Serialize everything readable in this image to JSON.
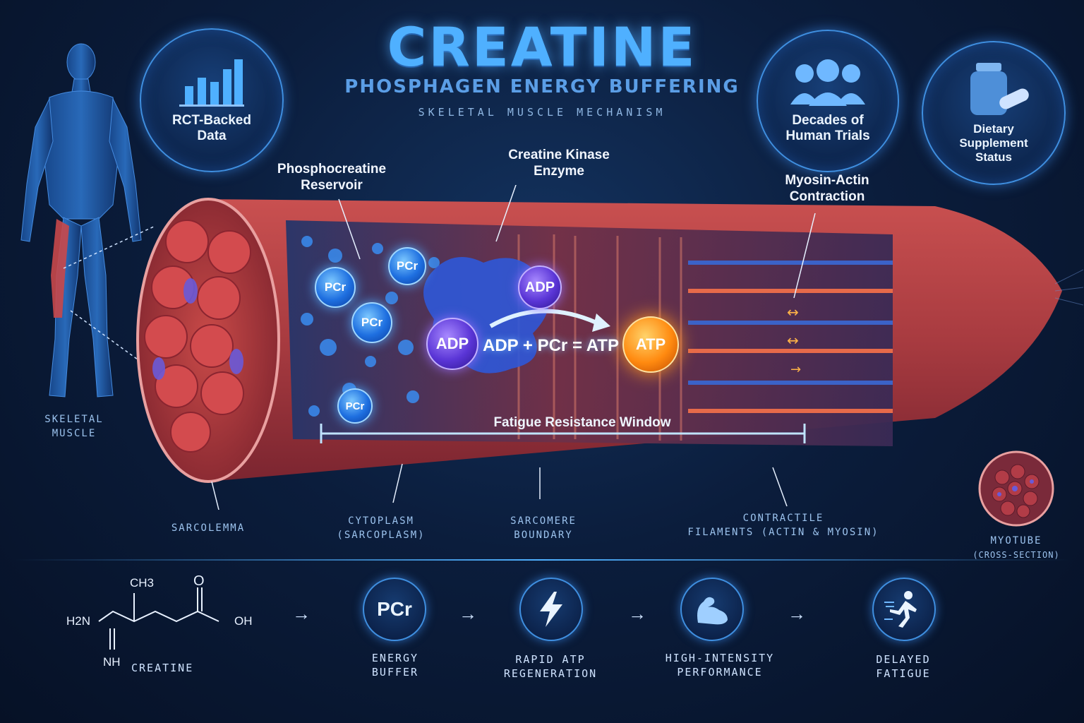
{
  "header": {
    "title": "CREATINE",
    "subtitle": "PHOSPHAGEN ENERGY BUFFERING",
    "tagline": "SKELETAL MUSCLE MECHANISM"
  },
  "badges": {
    "rct": "RCT-Backed Data",
    "trials": "Decades of Human Trials",
    "supplement": "Dietary Supplement Status"
  },
  "side": {
    "skeletal_muscle_1": "SKELETAL",
    "skeletal_muscle_2": "MUSCLE"
  },
  "callouts": {
    "reservoir_1": "Phosphocreatine",
    "reservoir_2": "Reservoir",
    "kinase_1": "Creatine Kinase",
    "kinase_2": "Enzyme",
    "myosin_1": "Myosin-Actin",
    "myosin_2": "Contraction"
  },
  "molecules": {
    "pcr": "PCr",
    "adp": "ADP",
    "atp": "ATP",
    "equation": "ADP + PCr = ATP"
  },
  "window_label": "Fatigue Resistance Window",
  "anatomy_labels": {
    "sarcolemma": "SARCOLEMMA",
    "cytoplasm_1": "CYTOPLASM",
    "cytoplasm_2": "(SARCOPLASM)",
    "sarcomere_1": "SARCOMERE",
    "sarcomere_2": "BOUNDARY",
    "filaments_1": "CONTRACTILE",
    "filaments_2": "FILAMENTS (ACTIN & MYOSIN)",
    "myotube_1": "MYOTUBE",
    "myotube_2": "(CROSS-SECTION)"
  },
  "structure": {
    "ch3": "CH3",
    "o": "O",
    "h2n": "H2N",
    "oh": "OH",
    "nh": "NH",
    "name": "CREATINE"
  },
  "flow": [
    {
      "icon_text": "PCr",
      "line1": "ENERGY",
      "line2": "BUFFER"
    },
    {
      "icon_text": "",
      "line1": "RAPID ATP",
      "line2": "REGENERATION"
    },
    {
      "icon_text": "",
      "line1": "HIGH-INTENSITY",
      "line2": "PERFORMANCE"
    },
    {
      "icon_text": "",
      "line1": "DELAYED",
      "line2": "FATIGUE"
    }
  ],
  "icons": [
    "bar-chart-icon",
    "people-icon",
    "supplement-bottle-icon",
    "lightning-icon",
    "flexed-arm-icon",
    "runner-icon",
    "human-figure-icon"
  ],
  "colors": {
    "accent": "#4fb0ff",
    "muscle": "#c9484a",
    "atp": "#ff8a10",
    "adp": "#5a35d6",
    "pcr": "#1e6fe0"
  }
}
